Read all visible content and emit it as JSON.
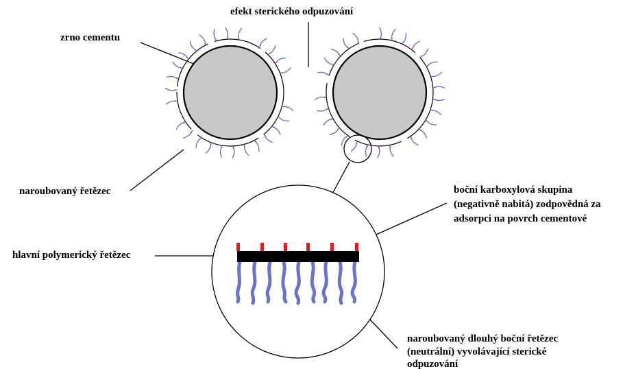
{
  "labels": {
    "steric_effect": "efekt sterického odpuzování",
    "cement_grain": "zrno cementu",
    "grafted_chain": "naroubovaný řetězec",
    "carboxyl_group_line1": "boční karboxylová skupina",
    "carboxyl_group_line2": "(negativně nabitá) zodpovědná za",
    "carboxyl_group_line3": "adsorpci na povrch cementové",
    "main_chain": "hlavní polymerický řetězec",
    "side_chain_line1": "naroubovaný dlouhý boční řetězec",
    "side_chain_line2": "(neutrální) vyvolávající sterické",
    "side_chain_line3": "odpuzování"
  },
  "colors": {
    "grain_fill": "#c8c8c8",
    "side_chain": "#6b73c9",
    "carboxyl": "#d81f26",
    "backbone": "#000000"
  }
}
